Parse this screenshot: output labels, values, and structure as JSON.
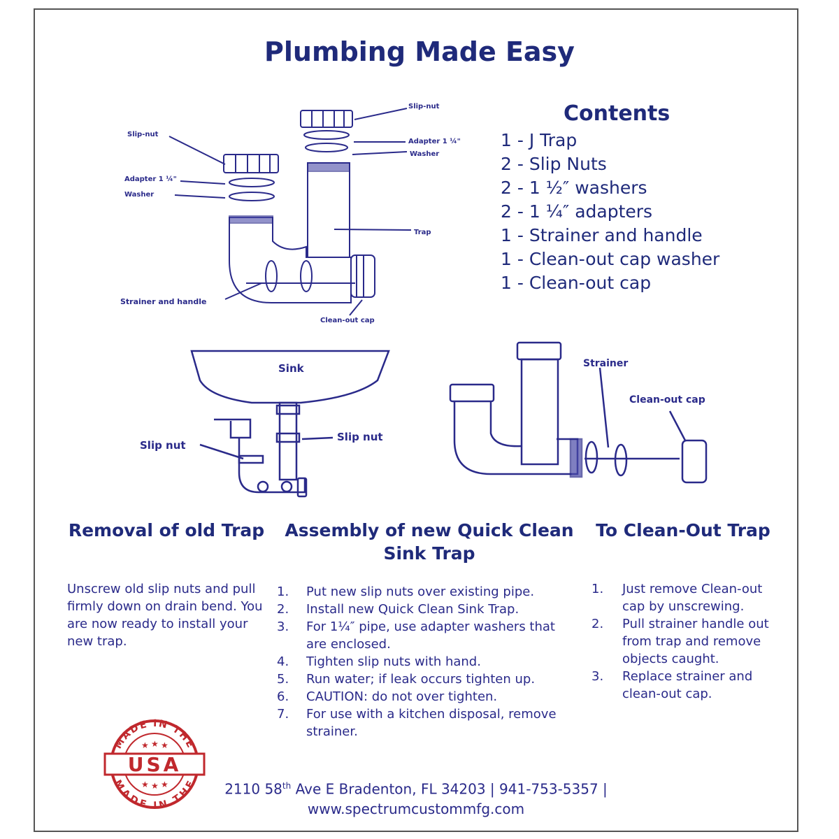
{
  "title": "Plumbing Made Easy",
  "diagram_labels": {
    "top": {
      "slip_nut_right": "Slip-nut",
      "adapter_right": "Adapter 1 ¼\"",
      "washer_right": "Washer",
      "slip_nut_left": "Slip-nut",
      "adapter_left": "Adapter 1 ¼\"",
      "washer_left": "Washer",
      "trap": "Trap",
      "strainer_handle": "Strainer and handle",
      "cleanout_cap": "Clean-out cap"
    },
    "sink": {
      "sink": "Sink",
      "slip_nut_left": "Slip nut",
      "slip_nut_right": "Slip nut"
    },
    "exploded": {
      "strainer": "Strainer",
      "cleanout_cap": "Clean-out cap"
    }
  },
  "contents": {
    "heading": "Contents",
    "items": [
      "1 - J Trap",
      "2 - Slip Nuts",
      "2 - 1 ½″ washers",
      "2 - 1 ¼″ adapters",
      "1 - Strainer and handle",
      "1 - Clean-out cap washer",
      "1 - Clean-out cap"
    ]
  },
  "removal": {
    "heading": "Removal of old Trap",
    "text": "Unscrew old slip nuts and pull firmly down on drain bend. You are now ready to install your new trap."
  },
  "assembly": {
    "heading": "Assembly of new Quick Clean Sink Trap",
    "steps": [
      {
        "num": "1.",
        "text": "Put new slip nuts over existing pipe."
      },
      {
        "num": "2.",
        "text": "Install new Quick Clean Sink Trap."
      },
      {
        "num": "3.",
        "text": "For 1¼″ pipe, use adapter washers that are enclosed."
      },
      {
        "num": "4.",
        "text": "Tighten slip nuts with hand."
      },
      {
        "num": "5.",
        "text": "Run water; if leak occurs tighten up."
      },
      {
        "num": "6.",
        "text": "CAUTION: do not over tighten."
      },
      {
        "num": "7.",
        "text": "For use with a kitchen disposal, remove strainer."
      }
    ]
  },
  "cleanout": {
    "heading": "To Clean-Out Trap",
    "steps": [
      {
        "num": "1.",
        "text": "Just remove Clean-out cap by unscrewing."
      },
      {
        "num": "2.",
        "text": "Pull strainer handle out from trap and remove objects caught."
      },
      {
        "num": "3.",
        "text": "Replace strainer and clean-out cap."
      }
    ]
  },
  "seal": {
    "top_text": "MADE IN THE",
    "center_text": "USA",
    "bottom_text": "MADE IN THE",
    "color": "#c0282d"
  },
  "footer": {
    "address_pre": "2110 58",
    "address_sup": "th",
    "address_post": " Ave E Bradenton, FL 34203 | 941-753-5357 |",
    "website": "www.spectrumcustommfg.com"
  }
}
